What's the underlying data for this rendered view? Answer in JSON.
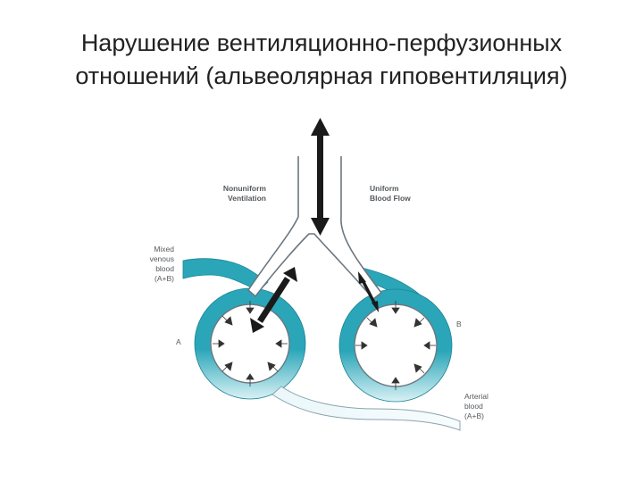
{
  "slide": {
    "title_line1": "Нарушение вентиляционно-перфузионных",
    "title_line2": "отношений (альвеолярная гиповентиляция)"
  },
  "diagram": {
    "ventilation_label": [
      "Nonuniform",
      "Ventilation"
    ],
    "flow_label": [
      "Uniform",
      "Blood Flow"
    ],
    "venous_label": [
      "Mixed",
      "venous",
      "blood",
      "(A+B)"
    ],
    "arterial_label": [
      "Arterial",
      "blood",
      "(A+B)"
    ],
    "alveolus_a_label": "A",
    "alveolus_b_label": "B",
    "colors": {
      "blood": "#2aa6b8",
      "airway_outline": "#6b7780",
      "arrow": "#1a1a1a"
    }
  }
}
